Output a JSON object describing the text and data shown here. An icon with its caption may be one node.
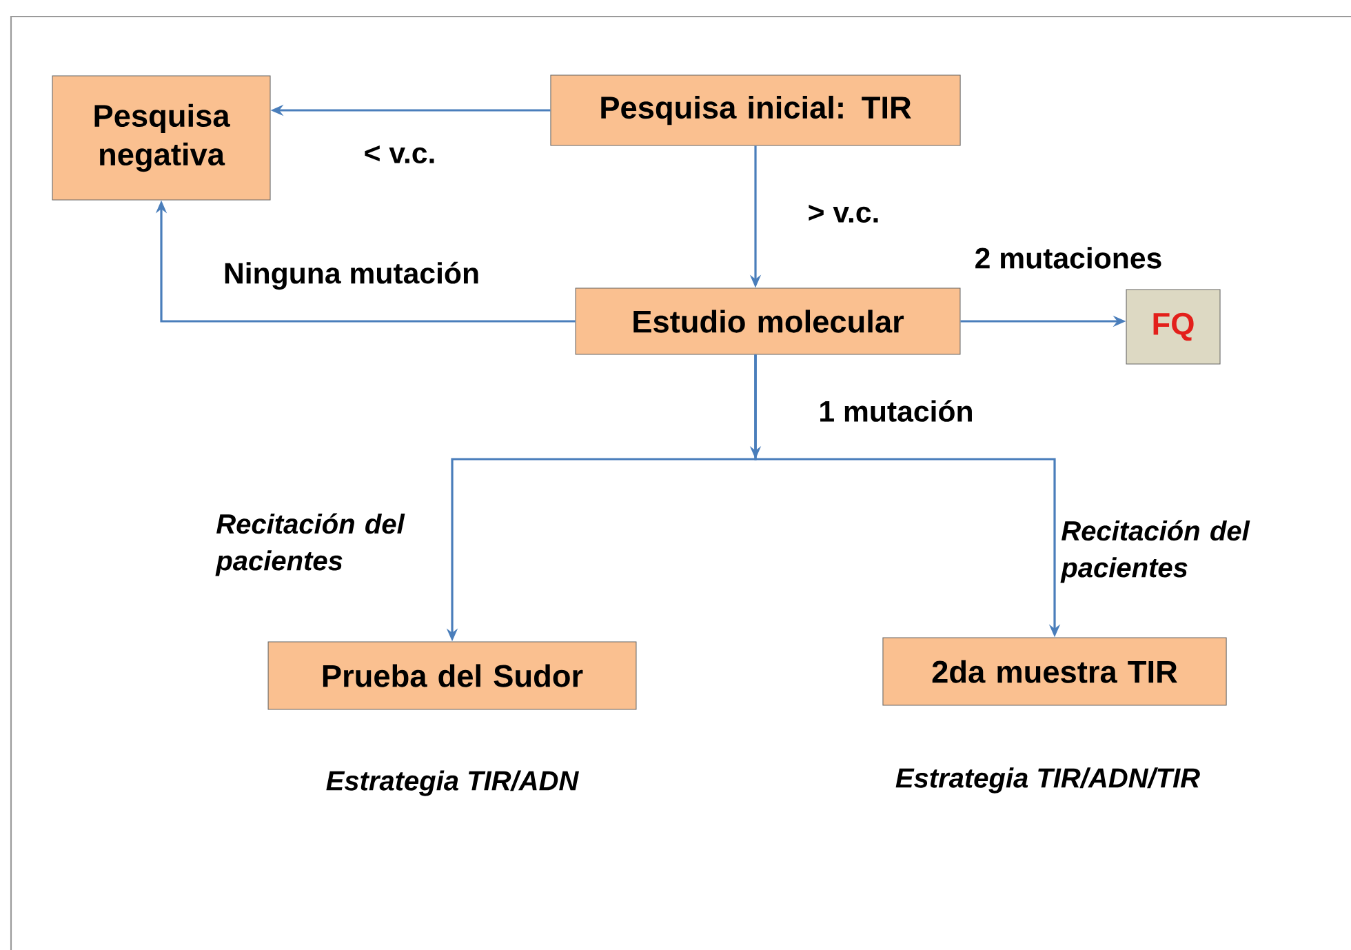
{
  "diagram": {
    "nodes": [
      {
        "text": [
          "Pesquisa negativa"
        ]
      },
      {
        "text": [
          "Pesquisa inicial: TIR"
        ]
      },
      {
        "text": [
          "Estudio molecular"
        ]
      },
      {
        "text": [
          "FQ"
        ]
      },
      {
        "text": [
          "Prueba del Sudor"
        ],
        "beside": [
          "Estrategia TIR/ADN"
        ]
      },
      {
        "text": [
          "2da muestra TIR"
        ],
        "beside": [
          "Estrategia TIR/ADN/TIR"
        ]
      }
    ],
    "edges": [
      {
        "from": 1,
        "to": 0,
        "arrow": "to",
        "label": "< v.c."
      },
      {
        "from": 1,
        "to": 2,
        "arrow": "to",
        "label": "> v.c."
      },
      {
        "from": 2,
        "to": 0,
        "arrow": "to",
        "label": "Ninguna mutación"
      },
      {
        "from": 2,
        "to": 3,
        "arrow": "to",
        "label": "2 mutaciones"
      },
      {
        "from": 2,
        "to": 4,
        "arrow": "to",
        "label": "Recitación del pacientes"
      },
      {
        "from": 2,
        "to": 5,
        "arrow": "to",
        "label": "Recitación del pacientes"
      }
    ],
    "labels": [
      "1 mutación"
    ]
  }
}
